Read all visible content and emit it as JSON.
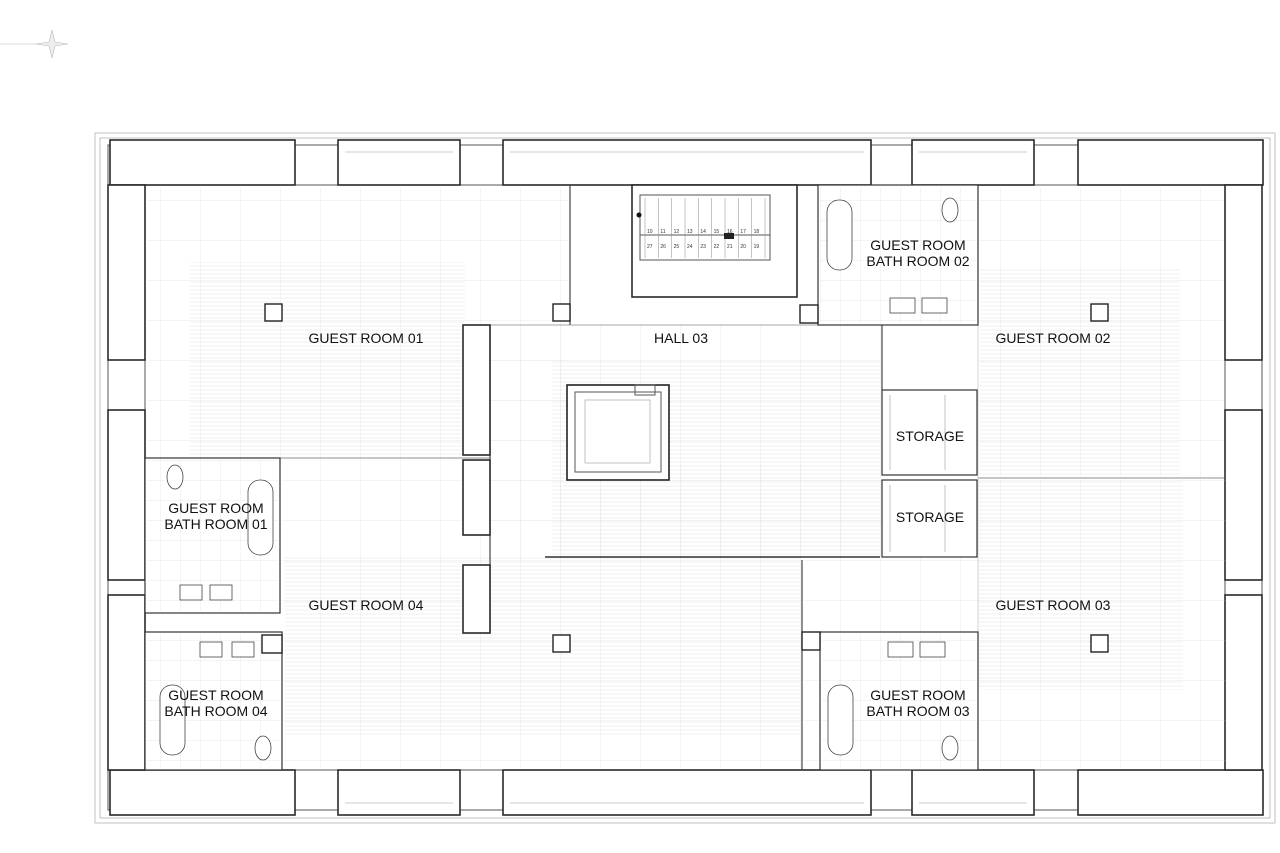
{
  "rooms": {
    "guest_room_01": "GUEST ROOM 01",
    "guest_room_02": "GUEST ROOM 02",
    "guest_room_03": "GUEST ROOM 03",
    "guest_room_04": "GUEST ROOM 04",
    "hall_03": "HALL 03",
    "storage_1": "STORAGE",
    "storage_2": "STORAGE",
    "bath_01_line1": "GUEST ROOM",
    "bath_01_line2": "BATH ROOM 01",
    "bath_02_line1": "GUEST ROOM",
    "bath_02_line2": "BATH ROOM 02",
    "bath_03_line1": "GUEST ROOM",
    "bath_03_line2": "BATH ROOM 03",
    "bath_04_line1": "GUEST ROOM",
    "bath_04_line2": "BATH ROOM 04"
  },
  "stair": {
    "upper_steps": [
      "10",
      "11",
      "12",
      "13",
      "14",
      "15",
      "16",
      "17",
      "18"
    ],
    "lower_steps": [
      "27",
      "26",
      "25",
      "24",
      "23",
      "22",
      "21",
      "20",
      "19"
    ]
  },
  "icons": {
    "compass": "north-arrow-icon"
  }
}
